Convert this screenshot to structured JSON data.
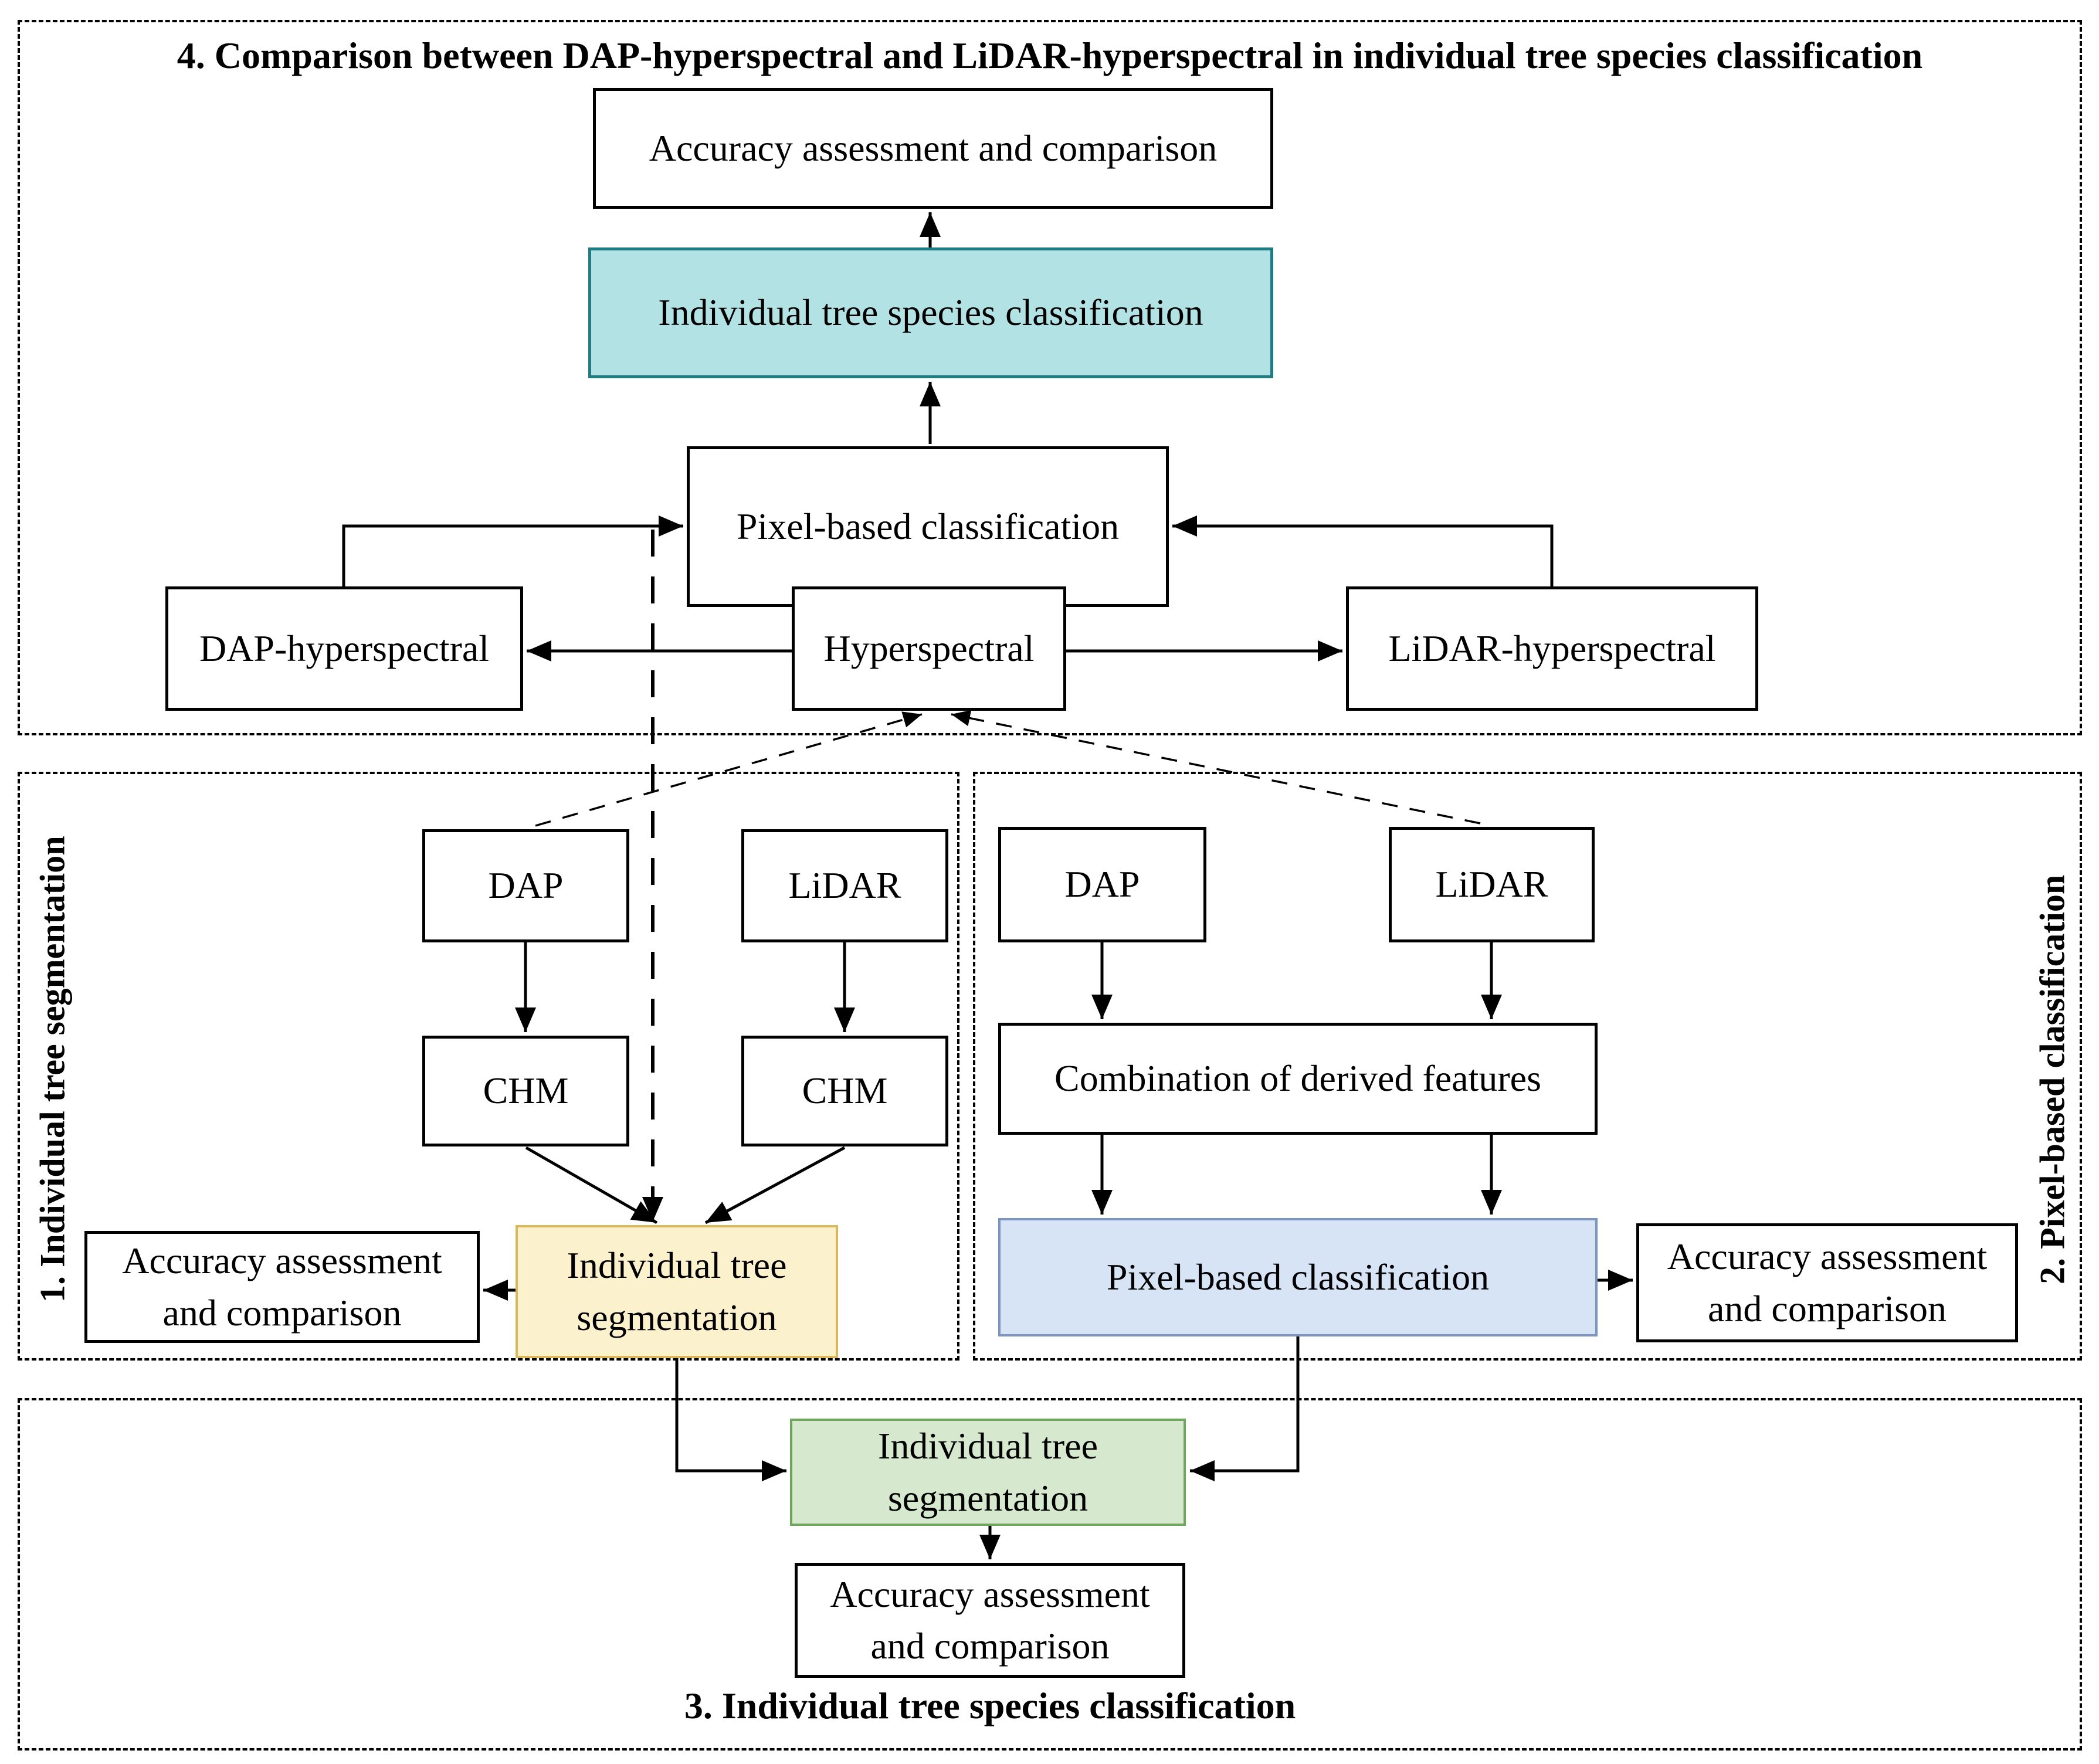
{
  "colors": {
    "teal_fill": "#B2E2E4",
    "teal_border": "#1F7C82",
    "yellow_fill": "#FCF1CD",
    "yellow_border": "#D9B95C",
    "blue_fill": "#D7E4F6",
    "blue_border": "#7C95BE",
    "green_fill": "#D6E8CE",
    "green_border": "#6EA65C"
  },
  "section4": {
    "title": "4. Comparison between DAP-hyperspectral and LiDAR-hyperspectral in individual tree species classification",
    "accuracy_box": "Accuracy assessment and comparison",
    "species_classification_box": "Individual tree species classification",
    "pixel_classification_box": "Pixel-based classification",
    "dap_hyperspectral_box": "DAP-hyperspectral",
    "hyperspectral_box": "Hyperspectral",
    "lidar_hyperspectral_box": "LiDAR-hyperspectral"
  },
  "section1": {
    "title": "1. Individual tree segmentation",
    "dap_box": "DAP",
    "lidar_box": "LiDAR",
    "chm_dap_box": "CHM",
    "chm_lidar_box": "CHM",
    "segmentation_box": "Individual tree segmentation",
    "accuracy_box": "Accuracy assessment and comparison"
  },
  "section2": {
    "title": "2. Pixel-based classification",
    "dap_box": "DAP",
    "lidar_box": "LiDAR",
    "combination_box": "Combination of derived features",
    "pixel_classification_box": "Pixel-based classification",
    "accuracy_box": "Accuracy assessment and comparison"
  },
  "section3": {
    "title": "3. Individual tree species classification",
    "segmentation_box": "Individual tree segmentation",
    "accuracy_box": "Accuracy assessment and comparison"
  }
}
